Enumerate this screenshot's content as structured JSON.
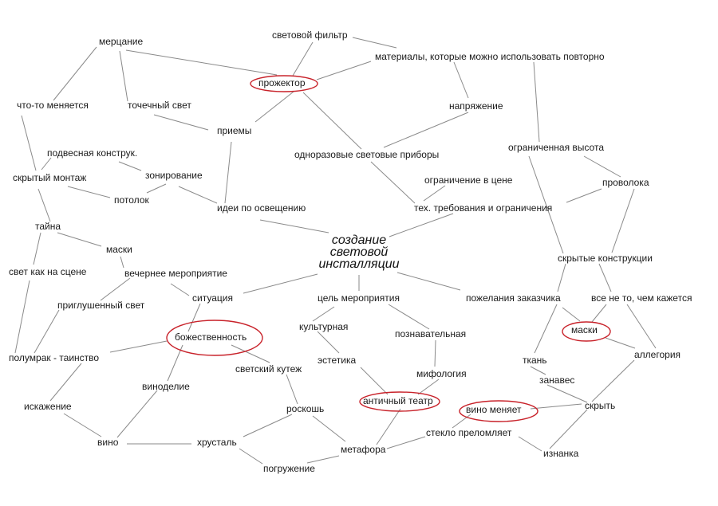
{
  "center": [
    "создание",
    "световой",
    "инсталляции"
  ],
  "highlight_color": "#c8222a",
  "nodes": {
    "mertsanie": "мерцание",
    "svetovoy_filtr": "световой фильтр",
    "materialy": "материалы, которые можно использовать повторно",
    "prozhektor": "прожектор",
    "chto_to_menyaetsya": "что-то меняется",
    "tochechny_svet": "точечный свет",
    "napryazhenie": "напряжение",
    "priemy": "приемы",
    "odnorazovye": "одноразовые световые приборы",
    "ogranichennaya_vysota": "ограниченная высота",
    "podvesnaya": "подвесная конструк.",
    "zonirovanie": "зонирование",
    "skryty_montazh": "скрытый монтаж",
    "ogranichenie_v_tsene": "ограничение в цене",
    "provoloka": "проволока",
    "potolok": "потолок",
    "idei": "идеи по освещению",
    "teh_trebovaniya": "тех. требования и ограничения",
    "tayna": "тайна",
    "maski_left": "маски",
    "skrytye_konstruktsii": "скрытые конструкции",
    "svet_kak_na_stsene": "свет как на сцене",
    "vechernee": "вечернее мероприятие",
    "situatsiya": "ситуация",
    "tsel": "цель мероприятия",
    "pozhelaniya": "пожелания заказчика",
    "vse_ne_to": "все не то, чем кажется",
    "priglushenny": "приглушенный свет",
    "kulturnaya": "культурная",
    "maski_right": "маски",
    "poznavatelnaya": "познавательная",
    "bozhestvennost": "божественность",
    "allegoriya": "аллегория",
    "polumrak": "полумрак - таинство",
    "estetika": "эстетика",
    "tkan": "ткань",
    "svetsky_kutezh": "светский кутеж",
    "mifologiya": "мифология",
    "zanaves": "занавес",
    "vinodelie": "виноделие",
    "antichny_teatr": "античный театр",
    "skryt": "скрыть",
    "iskazhenie": "искажение",
    "roskosh": "роскошь",
    "vino_menyaet": "вино меняет",
    "steklo": "стекло преломляет",
    "vino": "вино",
    "hrustal": "хрусталь",
    "metafora": "метафора",
    "iznanka": "изнанка",
    "pogruzhenie": "погружение"
  }
}
